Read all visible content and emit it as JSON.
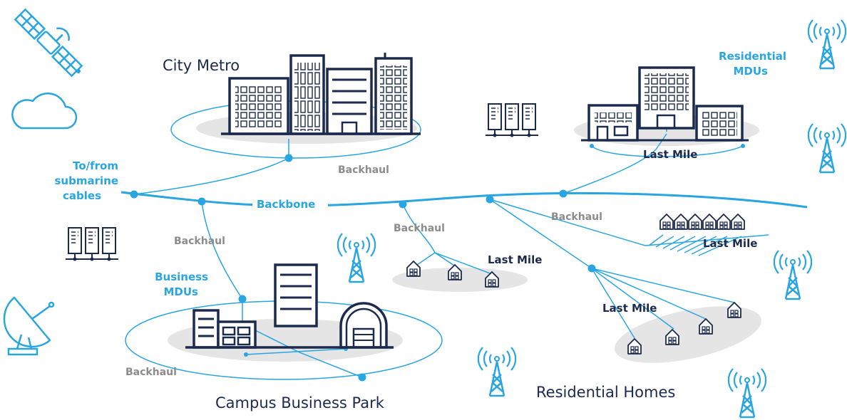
{
  "colors": {
    "blue": "#29a5e1",
    "navy": "#1c2a4d",
    "gray": "#8c8c8c",
    "ground": "#e5e5e5"
  },
  "labels": {
    "city_metro": "City Metro",
    "residential_mdus_1": "Residential",
    "residential_mdus_2": "MDUs",
    "last_mile_mdus": "Last Mile",
    "backhaul_metro": "Backhaul",
    "to_from_1": "To/from",
    "to_from_2": "submarine",
    "to_from_3": "cables",
    "backbone": "Backbone",
    "backhaul_right": "Backhaul",
    "backhaul_mid": "Backhaul",
    "last_mile_row": "Last Mile",
    "backhaul_left": "Backhaul",
    "last_mile_homes_mid": "Last Mile",
    "business_mdus_1": "Business",
    "business_mdus_2": "MDUs",
    "last_mile_homes_right": "Last Mile",
    "backhaul_campus": "Backhaul",
    "campus_business_park": "Campus Business Park",
    "residential_homes": "Residential Homes"
  },
  "icons": [
    "satellite-icon",
    "cloud-icon",
    "satellite-dish-icon",
    "server-rack-icon",
    "cell-tower-icon",
    "office-building-icon",
    "house-icon",
    "warehouse-icon"
  ]
}
